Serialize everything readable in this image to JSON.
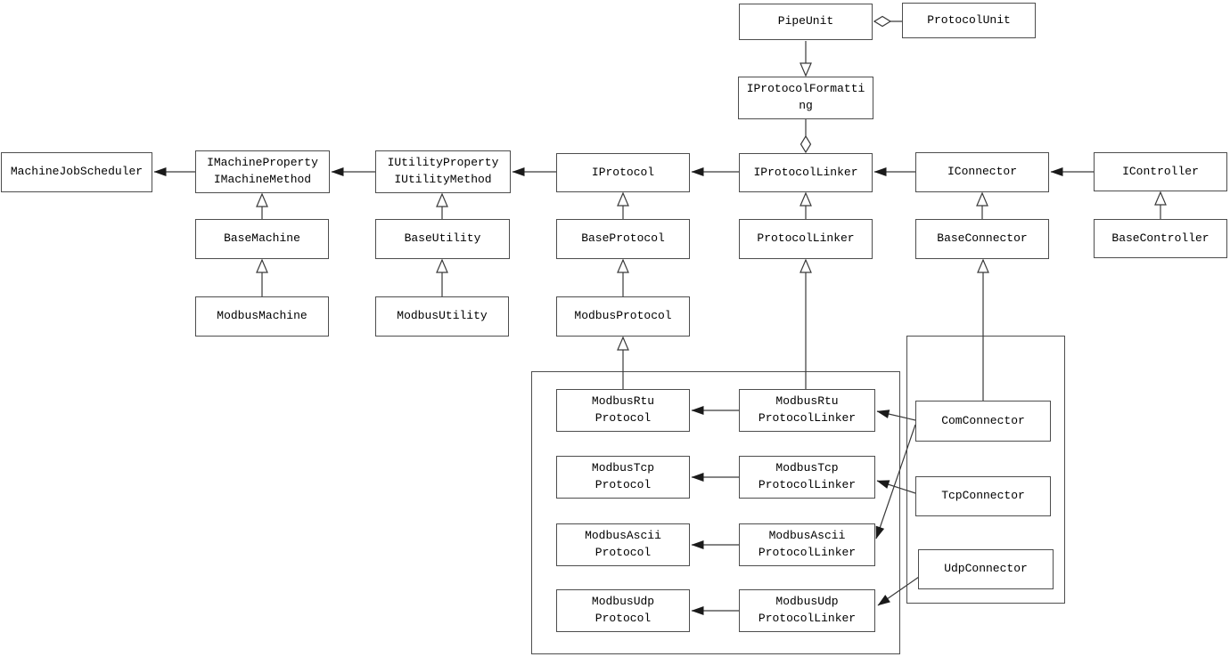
{
  "diagram_kind": "uml-class-diagram",
  "colors": {
    "background": "#ffffff",
    "box_border": "#4d4d4d",
    "line": "#3a3a3a",
    "text": "#000000"
  },
  "nodes": {
    "pipe_unit": "PipeUnit",
    "protocol_unit": "ProtocolUnit",
    "i_protocol_formatting": "IProtocolFormatti\nng",
    "machine_job_scheduler": "MachineJobScheduler",
    "i_machine": "IMachineProperty\nIMachineMethod",
    "i_utility": "IUtilityProperty\nIUtilityMethod",
    "i_protocol": "IProtocol",
    "i_protocol_linker": "IProtocolLinker",
    "i_connector": "IConnector",
    "i_controller": "IController",
    "base_machine": "BaseMachine",
    "base_utility": "BaseUtility",
    "base_protocol": "BaseProtocol",
    "protocol_linker": "ProtocolLinker",
    "base_connector": "BaseConnector",
    "base_controller": "BaseController",
    "modbus_machine": "ModbusMachine",
    "modbus_utility": "ModbusUtility",
    "modbus_protocol": "ModbusProtocol",
    "modbus_rtu_protocol": "ModbusRtu\nProtocol",
    "modbus_rtu_protocol_linker": "ModbusRtu\nProtocolLinker",
    "modbus_tcp_protocol": "ModbusTcp\nProtocol",
    "modbus_tcp_protocol_linker": "ModbusTcp\nProtocolLinker",
    "modbus_ascii_protocol": "ModbusAscii\nProtocol",
    "modbus_ascii_protocol_linker": "ModbusAscii\nProtocolLinker",
    "modbus_udp_protocol": "ModbusUdp\nProtocol",
    "modbus_udp_protocol_linker": "ModbusUdp\nProtocolLinker",
    "com_connector": "ComConnector",
    "tcp_connector": "TcpConnector",
    "udp_connector": "UdpConnector"
  },
  "relationships": {
    "aggregations": [
      [
        "PipeUnit",
        "ProtocolUnit"
      ],
      [
        "IProtocolLinker",
        "IProtocolFormatting"
      ]
    ],
    "generalizations": [
      [
        "PipeUnit",
        "IProtocolFormatting"
      ],
      [
        "BaseMachine",
        "IMachineProperty/IMachineMethod"
      ],
      [
        "BaseUtility",
        "IUtilityProperty/IUtilityMethod"
      ],
      [
        "BaseProtocol",
        "IProtocol"
      ],
      [
        "ProtocolLinker",
        "IProtocolLinker"
      ],
      [
        "BaseConnector",
        "IConnector"
      ],
      [
        "BaseController",
        "IController"
      ],
      [
        "ModbusMachine",
        "BaseMachine"
      ],
      [
        "ModbusUtility",
        "BaseUtility"
      ],
      [
        "ModbusProtocol",
        "BaseProtocol"
      ],
      [
        "ModbusRtuProtocol",
        "ModbusProtocol"
      ],
      [
        "ModbusRtuProtocolLinker",
        "ProtocolLinker"
      ],
      [
        "ComConnector",
        "BaseConnector"
      ]
    ],
    "associations": [
      [
        "IMachineProperty/IMachineMethod",
        "MachineJobScheduler"
      ],
      [
        "IUtilityProperty/IUtilityMethod",
        "IMachineProperty/IMachineMethod"
      ],
      [
        "IProtocol",
        "IUtilityProperty/IUtilityMethod"
      ],
      [
        "IProtocolLinker",
        "IProtocol"
      ],
      [
        "IConnector",
        "IProtocolLinker"
      ],
      [
        "IController",
        "IConnector"
      ],
      [
        "ModbusRtuProtocolLinker",
        "ModbusRtuProtocol"
      ],
      [
        "ModbusTcpProtocolLinker",
        "ModbusTcpProtocol"
      ],
      [
        "ModbusAsciiProtocolLinker",
        "ModbusAsciiProtocol"
      ],
      [
        "ModbusUdpProtocolLinker",
        "ModbusUdpProtocol"
      ],
      [
        "ComConnector",
        "ModbusRtuProtocolLinker"
      ],
      [
        "ComConnector",
        "ModbusAsciiProtocolLinker"
      ],
      [
        "TcpConnector",
        "ModbusTcpProtocolLinker"
      ],
      [
        "UdpConnector",
        "ModbusUdpProtocolLinker"
      ]
    ]
  }
}
